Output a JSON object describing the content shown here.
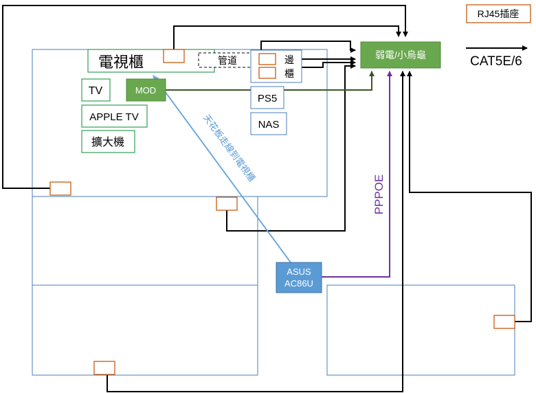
{
  "legend": {
    "rj45_label": "RJ45插座",
    "cable_label": "CAT5E/6"
  },
  "switch": {
    "label": "弱電/小烏龜"
  },
  "router": {
    "line1": "ASUS",
    "line2": "AC86U"
  },
  "conduit": {
    "label": "管道"
  },
  "tv_cabinet": {
    "label": "電視櫃"
  },
  "side_cabinet": {
    "line1": "邊",
    "line2": "櫃"
  },
  "devices": {
    "tv": "TV",
    "apple_tv": "APPLE TV",
    "amplifier": "擴大機",
    "mod": "MOD",
    "ps5": "PS5",
    "nas": "NAS"
  },
  "routing_note": "天花板走線到電視櫃",
  "pppoe_label": "PPPOE",
  "colors": {
    "room_outline": "#4a7ebb",
    "device_box": "#2f9e55",
    "switch_fill": "#6aa84f",
    "router_fill": "#5b9bd5",
    "socket": "#c55a11",
    "pppoe": "#7030a0",
    "ceiling_wire": "#6fa8dc",
    "cable": "#000000",
    "mod_wire": "#385723"
  }
}
